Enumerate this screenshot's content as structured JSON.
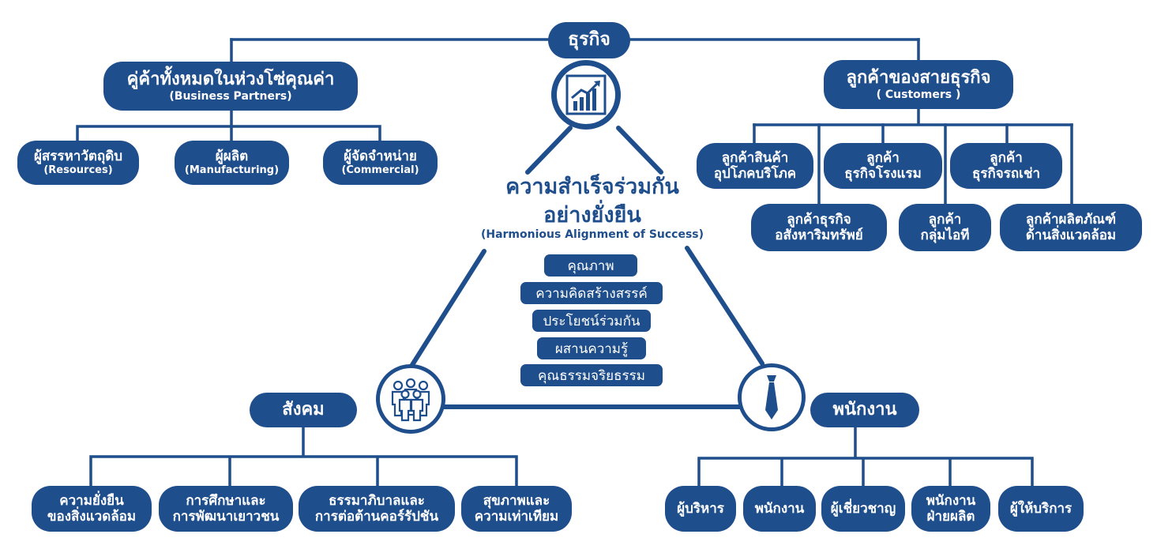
{
  "business": {
    "title": "ธุรกิจ"
  },
  "partners": {
    "title": "คู่ค้าทั้งหมดในห่วงโซ่คุณค่า",
    "subtitle": "(Business Partners)"
  },
  "partner_items": [
    {
      "title": "ผู้สรรหาวัตถุดิบ",
      "subtitle": "(Resources)"
    },
    {
      "title": "ผู้ผลิต",
      "subtitle": "(Manufacturing)"
    },
    {
      "title": "ผู้จัดจำหน่าย",
      "subtitle": "(Commercial)"
    }
  ],
  "customers": {
    "title": "ลูกค้าของสายธุรกิจ",
    "subtitle": "( Customers )"
  },
  "customer_items": [
    {
      "line1": "ลูกค้าสินค้า",
      "line2": "อุปโภคบริโภค"
    },
    {
      "line1": "ลูกค้า",
      "line2": "ธุรกิจโรงแรม"
    },
    {
      "line1": "ลูกค้า",
      "line2": "ธุรกิจรถเช่า"
    },
    {
      "line1": "ลูกค้าธุรกิจ",
      "line2": "อสังหาริมทรัพย์"
    },
    {
      "line1": "ลูกค้า",
      "line2": "กลุ่มไอที"
    },
    {
      "line1": "ลูกค้าผลิตภัณฑ์",
      "line2": "ด้านสิ่งแวดล้อม"
    }
  ],
  "center": {
    "title_line1": "ความสำเร็จร่วมกัน",
    "title_line2": "อย่างยั่งยืน",
    "subtitle": "(Harmonious Alignment of Success)",
    "values": [
      "คุณภาพ",
      "ความคิดสร้างสรรค์",
      "ประโยชน์ร่วมกัน",
      "ผสานความรู้",
      "คุณธรรมจริยธรรม"
    ]
  },
  "society": {
    "title": "สังคม"
  },
  "society_items": [
    {
      "line1": "ความยั่งยืน",
      "line2": "ของสิ่งแวดล้อม"
    },
    {
      "line1": "การศึกษาและ",
      "line2": "การพัฒนาเยาวชน"
    },
    {
      "line1": "ธรรมาภิบาลและ",
      "line2": "การต่อต้านคอร์รัปชัน"
    },
    {
      "line1": "สุขภาพและ",
      "line2": "ความเท่าเทียม"
    }
  ],
  "employees": {
    "title": "พนักงาน"
  },
  "employee_items": [
    {
      "line1": "ผู้บริหาร",
      "line2": ""
    },
    {
      "line1": "พนักงาน",
      "line2": ""
    },
    {
      "line1": "ผู้เชี่ยวชาญ",
      "line2": ""
    },
    {
      "line1": "พนักงาน",
      "line2": "ฝ่ายผลิต"
    },
    {
      "line1": "ผู้ให้บริการ",
      "line2": ""
    }
  ],
  "icons": {
    "business": "growth-chart-icon",
    "society": "people-group-icon",
    "employees": "necktie-icon"
  },
  "colors": {
    "primary": "#1f4e8c",
    "background": "#ffffff"
  }
}
